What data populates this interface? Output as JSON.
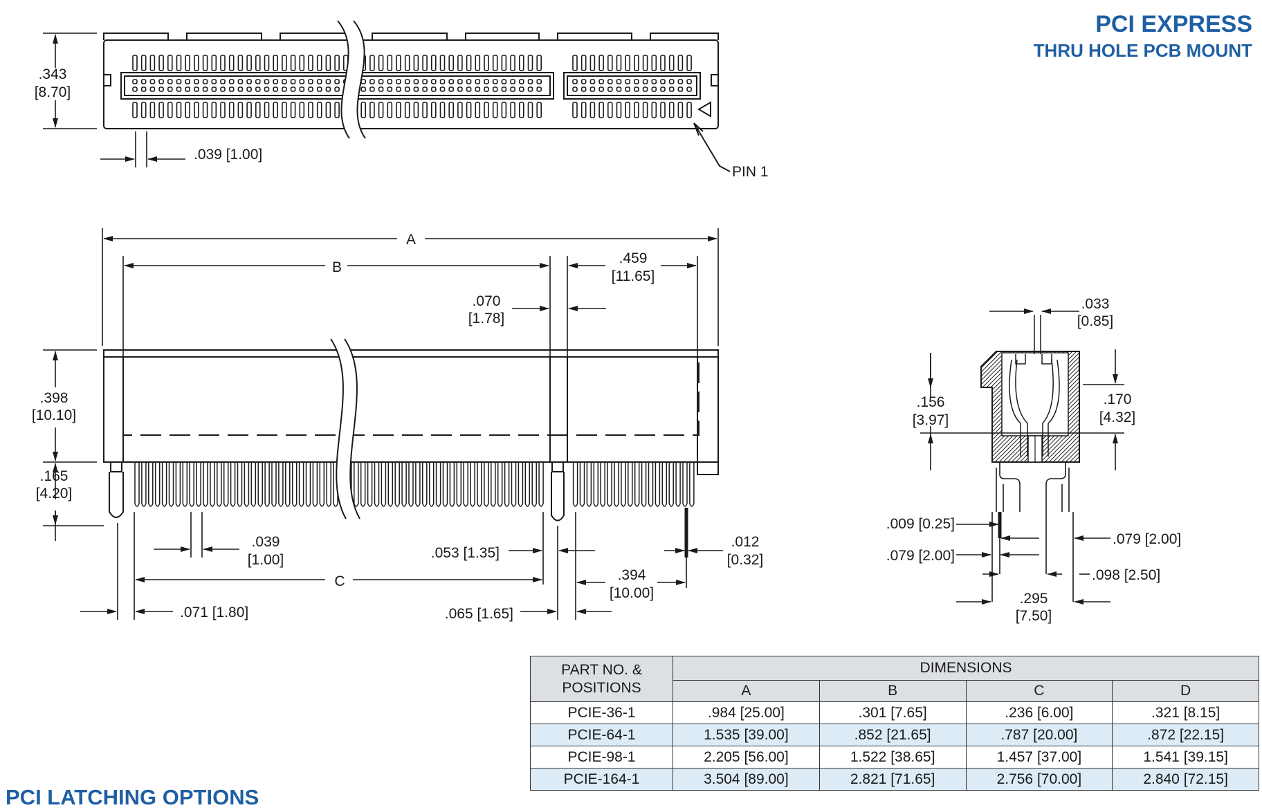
{
  "header": {
    "title": "PCI EXPRESS",
    "subtitle": "THRU HOLE PCB MOUNT"
  },
  "footer": {
    "section_title": "PCI LATCHING OPTIONS"
  },
  "top_view": {
    "height_in": ".343",
    "height_mm": "[8.70]",
    "pitch": ".039 [1.00]",
    "pin1": "PIN 1"
  },
  "front_view": {
    "dim_a": "A",
    "dim_b": "B",
    "dim_c": "C",
    "d459_in": ".459",
    "d459_mm": "[11.65]",
    "d070_in": ".070",
    "d070_mm": "[1.78]",
    "d398_in": ".398",
    "d398_mm": "[10.10]",
    "d165_in": ".165",
    "d165_mm": "[4.20]",
    "d039_in": ".039",
    "d039_mm": "[1.00]",
    "d053": ".053 [1.35]",
    "d012_in": ".012",
    "d012_mm": "[0.32]",
    "d394_in": ".394",
    "d394_mm": "[10.00]",
    "d071": ".071 [1.80]",
    "d065": ".065 [1.65]"
  },
  "side_view": {
    "d033_in": ".033",
    "d033_mm": "[0.85]",
    "d156_in": ".156",
    "d156_mm": "[3.97]",
    "d170_in": ".170",
    "d170_mm": "[4.32]",
    "d009": ".009 [0.25]",
    "d079a": ".079 [2.00]",
    "d079b": ".079 [2.00]",
    "d098": ".098 [2.50]",
    "d295_in": ".295",
    "d295_mm": "[7.50]"
  },
  "table": {
    "col_part": [
      "PART NO. &",
      "POSITIONS"
    ],
    "col_group": "DIMENSIONS",
    "columns": [
      "A",
      "B",
      "C",
      "D"
    ],
    "rows": [
      {
        "part": "PCIE-36-1",
        "a": ".984 [25.00]",
        "b": ".301 [7.65]",
        "c": ".236 [6.00]",
        "d": ".321 [8.15]"
      },
      {
        "part": "PCIE-64-1",
        "a": "1.535 [39.00]",
        "b": ".852 [21.65]",
        "c": ".787 [20.00]",
        "d": ".872 [22.15]"
      },
      {
        "part": "PCIE-98-1",
        "a": "2.205 [56.00]",
        "b": "1.522 [38.65]",
        "c": "1.457 [37.00]",
        "d": "1.541 [39.15]"
      },
      {
        "part": "PCIE-164-1",
        "a": "3.504 [89.00]",
        "b": "2.821 [71.65]",
        "c": "2.756 [70.00]",
        "d": "2.840 [72.15]"
      }
    ]
  },
  "colors": {
    "accent": "#1f5fa3",
    "table_header": "#dde0e3",
    "table_alt_row": "#dcebf6"
  }
}
